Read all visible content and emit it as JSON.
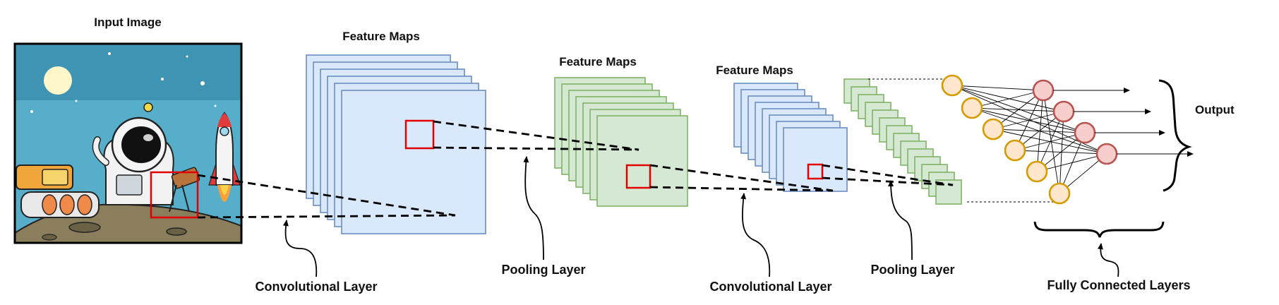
{
  "labels": {
    "input_image": "Input Image",
    "feature_maps_1": "Feature Maps",
    "feature_maps_2": "Feature Maps",
    "feature_maps_3": "Feature Maps",
    "conv_layer_1": "Convolutional Layer",
    "pooling_layer_1": "Pooling Layer",
    "conv_layer_2": "Convolutional Layer",
    "pooling_layer_2": "Pooling Layer",
    "fully_connected": "Fully Connected Layers",
    "output": "Output"
  },
  "colors": {
    "blue_fill": "#dae8fc",
    "blue_stroke": "#6c8ebf",
    "green_fill": "#d5e8d4",
    "green_stroke": "#82b366",
    "yellow_fill": "#ffe6cc",
    "yellow_stroke": "#d79b00",
    "pink_fill": "#f8cecc",
    "pink_stroke": "#b85450",
    "highlight": "#e00000"
  }
}
